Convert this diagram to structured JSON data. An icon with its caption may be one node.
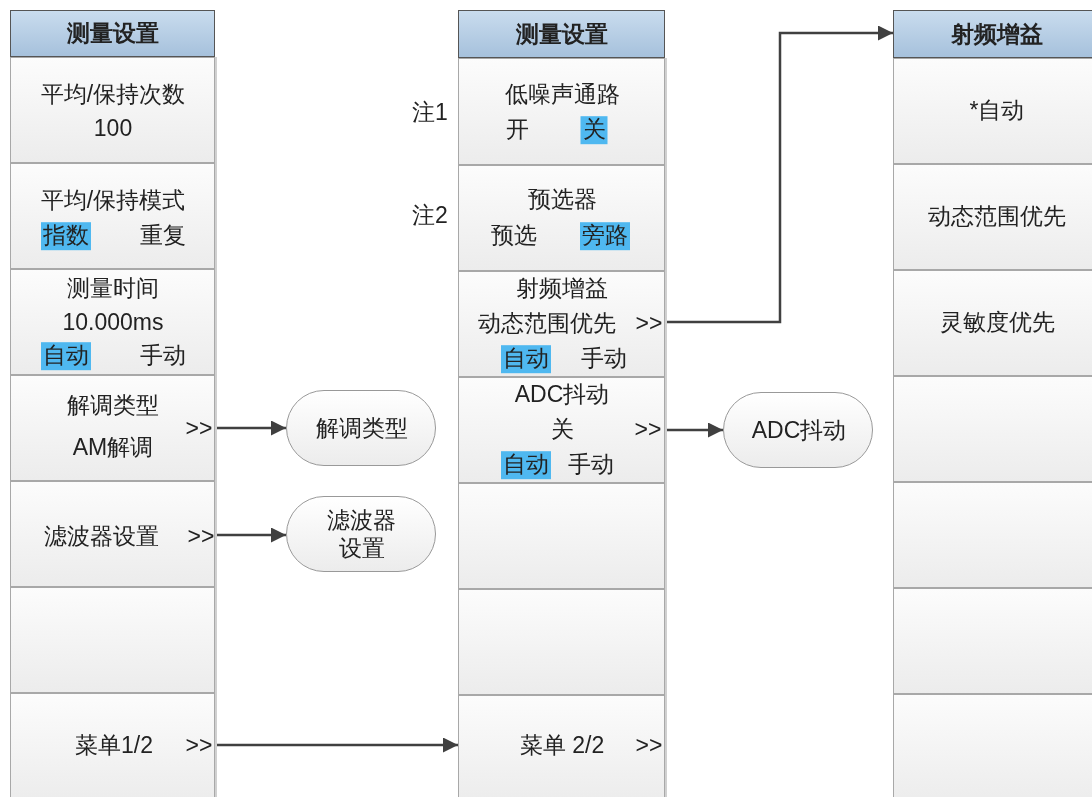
{
  "diagram": {
    "nodes": [
      {
        "text": [
          "测量设置"
        ]
      },
      {
        "text": [
          "平均/保持次数",
          "100"
        ]
      },
      {
        "text": [
          "平均/保持模式",
          "指数",
          "重复"
        ]
      },
      {
        "text": [
          "测量时间",
          "10.000ms",
          "自动",
          "手动"
        ]
      },
      {
        "text": [
          "解调类型",
          "AM解调",
          ">>"
        ]
      },
      {
        "text": [
          "滤波器设置",
          ">>"
        ]
      },
      {
        "text": [],
        "shape": "box"
      },
      {
        "text": [
          "菜单1/2",
          ">>"
        ]
      },
      {
        "text": [
          "解调类型"
        ]
      },
      {
        "text": [
          "滤波器设置"
        ]
      },
      {
        "text": [
          "测量设置"
        ]
      },
      {
        "text": [
          "低噪声通路",
          "开",
          "关"
        ],
        "beside": [
          "注1"
        ]
      },
      {
        "text": [
          "预选器",
          "预选",
          "旁路"
        ],
        "beside": [
          "注2"
        ]
      },
      {
        "text": [
          "射频增益",
          "动态范围优先",
          ">>",
          "自动",
          "手动"
        ]
      },
      {
        "text": [
          "ADC抖动",
          "关",
          ">>",
          "自动",
          "手动"
        ]
      },
      {
        "text": [],
        "shape": "box"
      },
      {
        "text": [],
        "shape": "box"
      },
      {
        "text": [
          "菜单 2/2",
          ">>"
        ]
      },
      {
        "text": [
          "ADC抖动"
        ]
      },
      {
        "text": [
          "射频增益"
        ]
      },
      {
        "text": [
          "*自动"
        ]
      },
      {
        "text": [
          "动态范围优先"
        ]
      },
      {
        "text": [
          "灵敏度优先"
        ]
      },
      {
        "text": [],
        "shape": "box"
      },
      {
        "text": [],
        "shape": "box"
      },
      {
        "text": [],
        "shape": "box"
      },
      {
        "text": [],
        "shape": "box"
      }
    ],
    "edges": [
      {
        "from": 4,
        "to": 8,
        "arrow": "to"
      },
      {
        "from": 5,
        "to": 9,
        "arrow": "to"
      },
      {
        "from": 7,
        "to": 17,
        "arrow": "to"
      },
      {
        "from": 13,
        "to": 19,
        "arrow": "to"
      },
      {
        "from": 14,
        "to": 18,
        "arrow": "to"
      }
    ]
  }
}
